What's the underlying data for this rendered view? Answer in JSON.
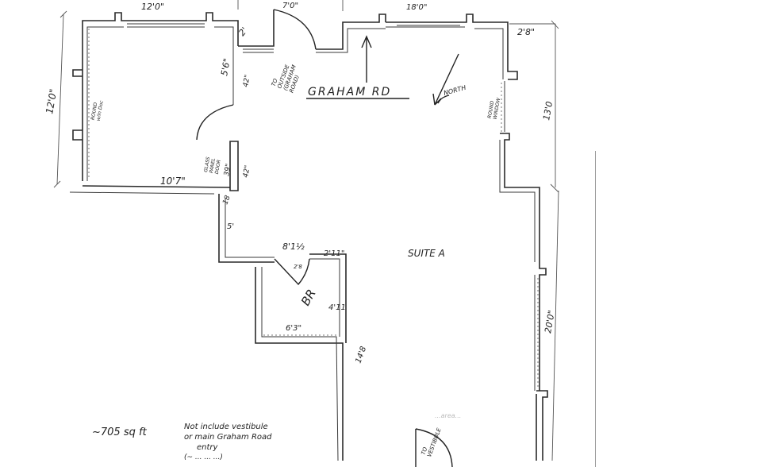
{
  "plan": {
    "street_label": "GRAHAM RD",
    "north_label": "NORTH",
    "suite_label": "SUITE A",
    "bathroom_label": "BR",
    "outside_door_note": [
      "TO",
      "OUTSIDE",
      "(GRAHAM",
      "ROAD)"
    ],
    "vestibule_door_note": [
      "TO",
      "VESTIBULE"
    ],
    "glass_door_note": [
      "GLASS",
      "PANEL",
      "DOOR"
    ],
    "window_note_left": [
      "ROUND",
      "w/in Doc"
    ],
    "window_note_right": [
      "ROUND",
      "WINDOW"
    ],
    "dimensions": {
      "top_left_room_width": "12'0\"",
      "top_center": "7'0\"",
      "top_right": "18'0\"",
      "left_room_height": "12'0\"",
      "small_2ft": "2'",
      "wall_5_6": "5'6\"",
      "wall_42_top": "42\"",
      "left_room_bottom": "10'7\"",
      "glass_door_39": "39\"",
      "wall_42_bottom": "42\"",
      "short_18": "18",
      "wall_5": "5'",
      "corridor": "8'1½",
      "br_door": "2'8",
      "br_top": "2'11\"",
      "br_right": "4'11",
      "br_bottom": "6'3\"",
      "lower_left": "14'8",
      "right_offset": "2'8\"",
      "right_upper": "13'0",
      "right_lower": "20'0\""
    },
    "area_note": {
      "area": "~705 sq ft",
      "lines": [
        "Not include vestibule",
        "or main Graham Road",
        "entry"
      ],
      "paren": "(~  ...  ...  ...)",
      "faint_note": "...area..."
    }
  }
}
